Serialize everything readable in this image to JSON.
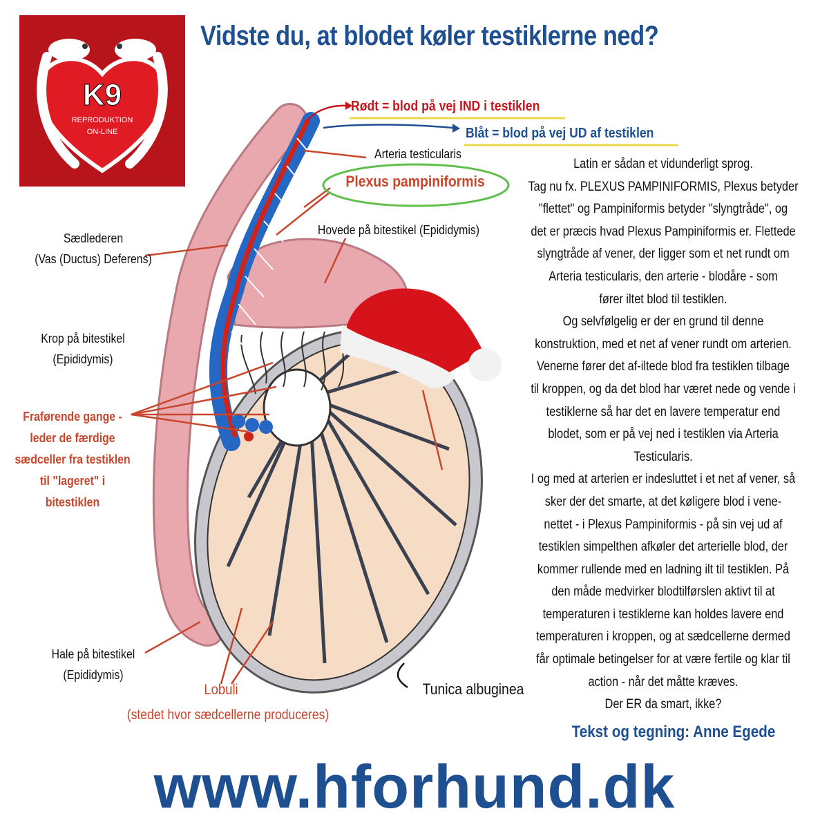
{
  "title": "Vidste du, at blodet køler testiklerne ned?",
  "logo": {
    "k9": "K9",
    "line1": "REPRODUKTION",
    "line2": "ON-LINE",
    "colors": {
      "background": "#b8141c",
      "heart": "#e01b24"
    }
  },
  "legend": {
    "red": "Rødt = blod på vej IND i testiklen",
    "blue": "Blåt = blod på vej UD af testiklen",
    "colors": {
      "red": "#c8141c",
      "blue": "#1d4f91",
      "underline": "#e8d84a"
    }
  },
  "labels": {
    "arteria": "Arteria testicularis",
    "plexus": "Plexus pampiniformis",
    "hovede": "Hovede på bitestikel (Epididymis)",
    "saedlederen": [
      "Sædlederen",
      "(Vas (Ductus) Deferens)"
    ],
    "krop": [
      "Krop på bitestikel",
      "(Epididymis)"
    ],
    "fraforende": [
      "Fraførende gange -",
      "leder de færdige",
      "sædceller fra testiklen",
      "til \"lageret\" i",
      "bitestiklen"
    ],
    "hale": [
      "Hale på bitestikel",
      "(Epididymis)"
    ],
    "lobuli": "Lobuli",
    "lobuli_sub": "(stedet hvor sædcellerne produceres)",
    "tunica": "Tunica albuginea"
  },
  "body_text": [
    "Latin er sådan et vidunderligt sprog.",
    "Tag nu fx. PLEXUS PAMPINIFORMIS, Plexus betyder",
    "\"flettet\" og Pampiniformis betyder \"slyngtråde\", og",
    "det er præcis hvad Plexus Pampiniformis er. Flettede",
    "slyngtråde af vener, der ligger som et net rundt om",
    "Arteria testicularis, den arterie - blodåre - som",
    "fører iltet blod til testiklen.",
    "Og selvfølgelig er der en grund til denne",
    "konstruktion, med et net af vener rundt om arterien.",
    "Venerne fører det af-iltede blod fra testiklen tilbage",
    "til kroppen, og da det blod har været nede og vende i",
    "testiklerne så har det en lavere temperatur end",
    "blodet, som er på vej ned i testiklen via Arteria",
    "Testicularis.",
    "I og med at arterien er indesluttet i et net af vener, så",
    "sker der det smarte, at det køligere blod i vene-",
    "nettet - i Plexus Pampiniformis - på sin vej ud af",
    "testiklen simpelthen afkøler det arterielle blod, der",
    "kommer rullende med en ladning ilt til testiklen. På",
    "den måde medvirker blodtilførslen aktivt til at",
    "temperaturen i testiklerne kan holdes lavere end",
    "temperaturen i kroppen, og at sædcellerne dermed",
    "får optimale betingelser for at være fertile og klar til",
    "action - når det måtte kræves.",
    "Der ER da smart, ikke?"
  ],
  "credit": "Tekst og tegning: Anne Egede",
  "website": "www.hforhund.dk",
  "colors": {
    "title_blue": "#1d4f91",
    "label_red": "#c8462c",
    "epididymis_pink": "#e9a7ae",
    "lobule_cream": "#f6dcc5",
    "capsule_grey": "#c7c7cd",
    "vein_blue": "#2467c4",
    "artery_red": "#d0241b",
    "hat_red": "#d6121a"
  }
}
